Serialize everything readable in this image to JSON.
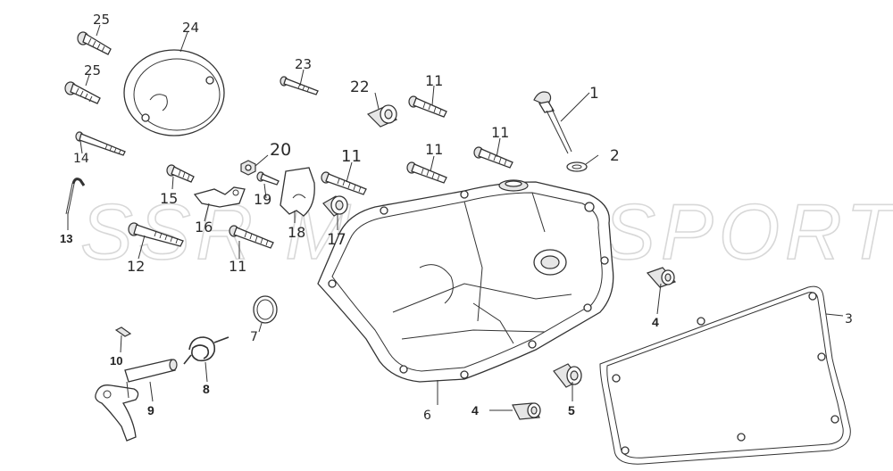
{
  "watermark": "SSR MOTORSPORTS",
  "callouts": {
    "c1": "1",
    "c2": "2",
    "c3": "3",
    "c4a": "4",
    "c4b": "4",
    "c5": "5",
    "c6": "6",
    "c7": "7",
    "c8": "8",
    "c9": "9",
    "c10": "10",
    "c11a": "11",
    "c11b": "11",
    "c11c": "11",
    "c11d": "11",
    "c11e": "11",
    "c12": "12",
    "c13": "13",
    "c14": "14",
    "c15": "15",
    "c16": "16",
    "c17": "17",
    "c18": "18",
    "c19": "19",
    "c20": "20",
    "c22": "22",
    "c23": "23",
    "c24": "24",
    "c25a": "25",
    "c25b": "25"
  }
}
